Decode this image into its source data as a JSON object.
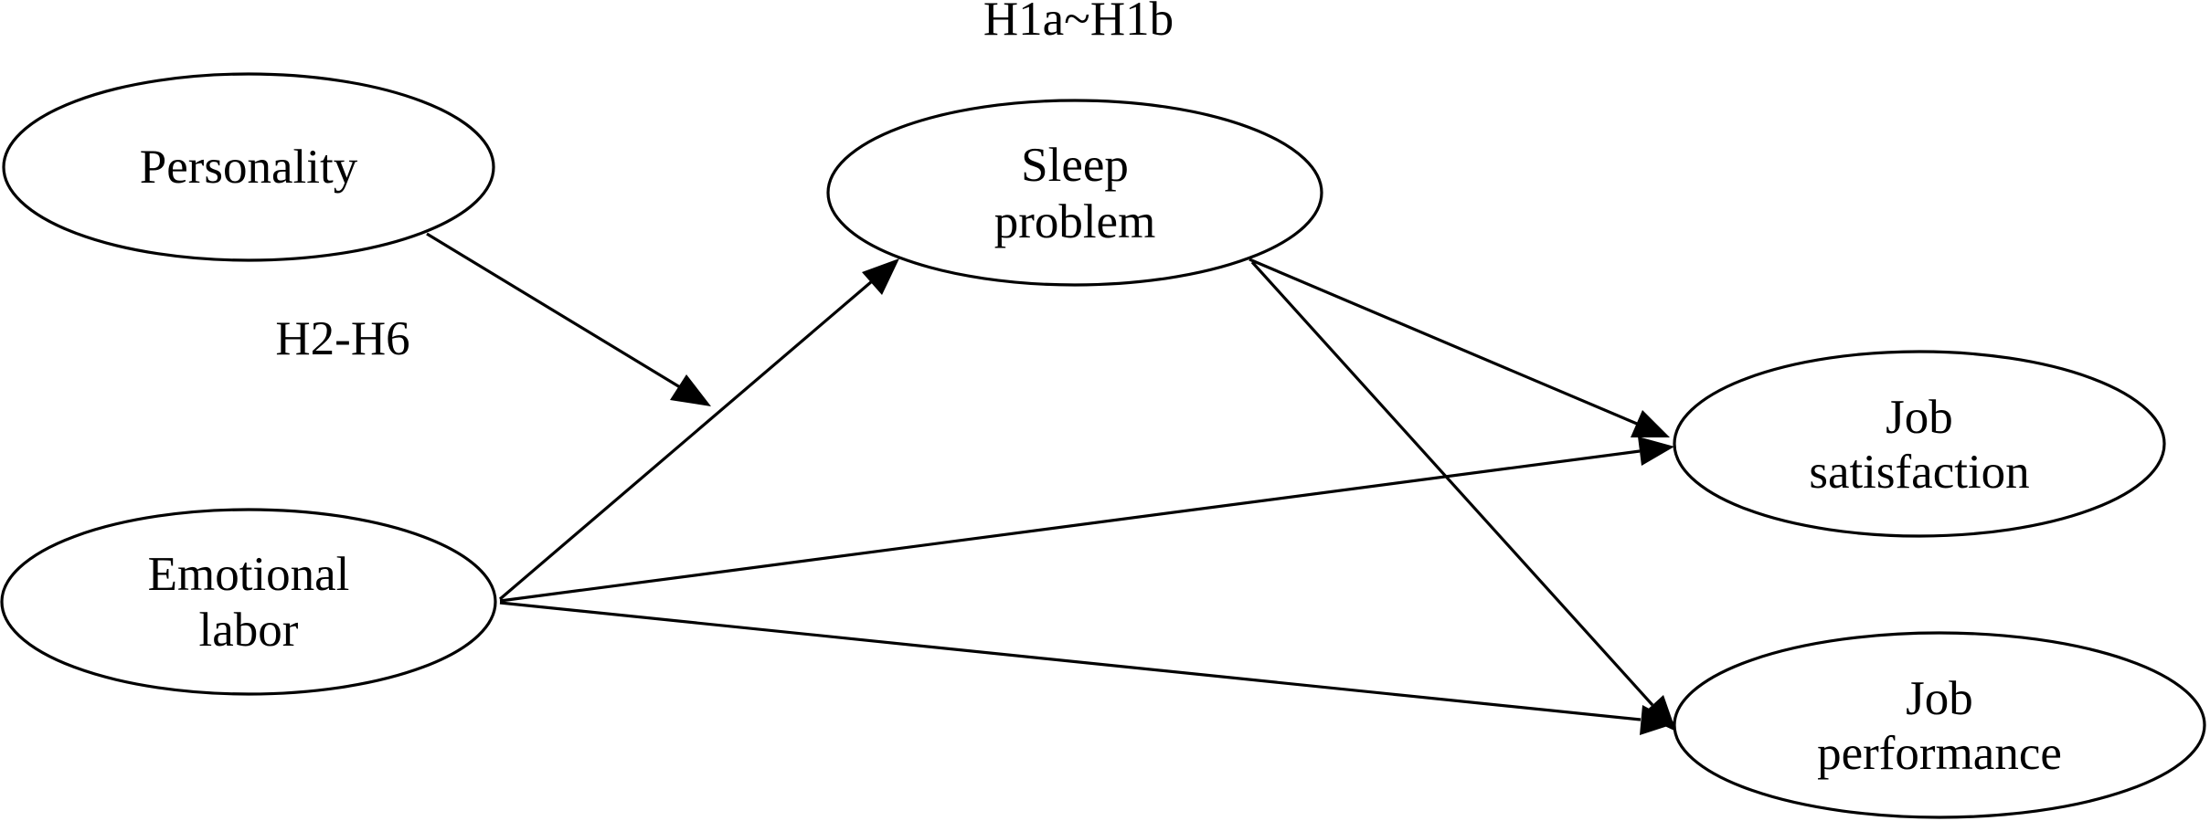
{
  "diagram": {
    "nodes": {
      "personality": {
        "lines": [
          "Personality"
        ]
      },
      "sleep": {
        "lines": [
          "Sleep",
          "problem"
        ]
      },
      "emotional": {
        "lines": [
          "Emotional",
          "labor"
        ]
      },
      "satisfaction": {
        "lines": [
          "Job",
          "satisfaction"
        ]
      },
      "performance": {
        "lines": [
          "Job",
          "performance"
        ]
      }
    },
    "labels": {
      "h1": "H1a~H1b",
      "h2": "H2-H6"
    },
    "edges": [
      {
        "from": "Personality",
        "to": "moderation point (Emotional labor → Sleep problem)"
      },
      {
        "from": "Emotional labor",
        "to": "Sleep problem"
      },
      {
        "from": "Emotional labor",
        "to": "Job satisfaction"
      },
      {
        "from": "Emotional labor",
        "to": "Job performance"
      },
      {
        "from": "Sleep problem",
        "to": "Job satisfaction"
      },
      {
        "from": "Sleep problem",
        "to": "Job performance"
      }
    ]
  }
}
